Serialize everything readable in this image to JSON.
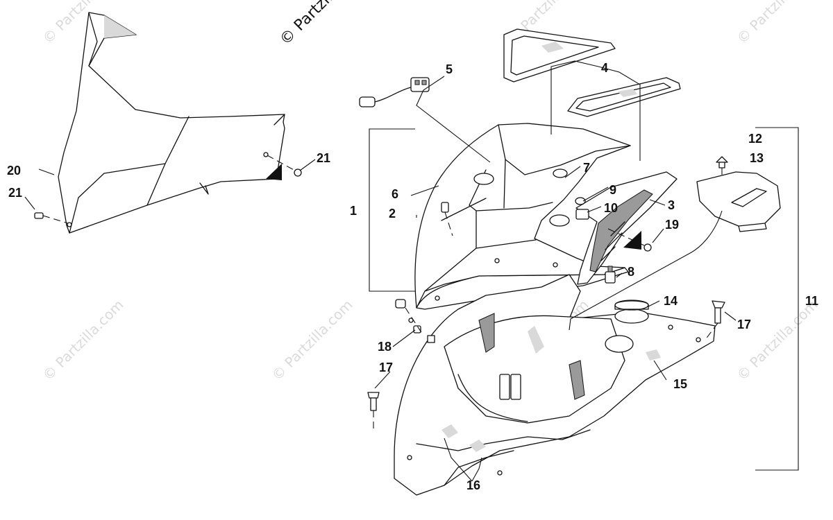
{
  "watermarks": {
    "primary": "© Partzilla",
    "repeat": "© Partzilla.com"
  },
  "callouts": {
    "c1": "1",
    "c2": "2",
    "c3": "3",
    "c4": "4",
    "c5": "5",
    "c6": "6",
    "c7": "7",
    "c8": "8",
    "c9": "9",
    "c10": "10",
    "c11": "11",
    "c12": "12",
    "c13": "13",
    "c14": "14",
    "c15": "15",
    "c16": "16",
    "c17a": "17",
    "c17b": "17",
    "c18": "18",
    "c19": "19",
    "c20": "20",
    "c21a": "21",
    "c21b": "21"
  }
}
